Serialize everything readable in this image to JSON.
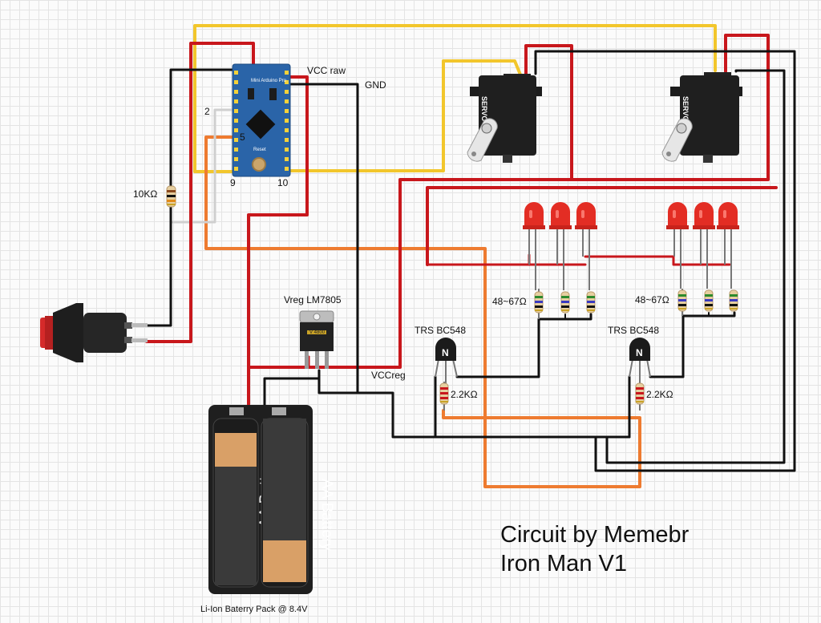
{
  "credit": {
    "line1": "Circuit by Memebr",
    "line2": "Iron Man V1"
  },
  "labels": {
    "vcc_raw": "VCC raw",
    "gnd": "GND",
    "vcc_reg": "VCCreg",
    "pin_2": "2",
    "pin_5": "5",
    "pin_9": "9",
    "pin_10": "10",
    "pulldown_resistor": "10KΩ",
    "vreg": "Vreg LM7805",
    "transistor_left": "TRS BC548",
    "transistor_right": "TRS BC548",
    "base_resistor_left": "2.2KΩ",
    "base_resistor_right": "2.2KΩ",
    "led_resistors_left": "48~67Ω",
    "led_resistors_right": "48~67Ω",
    "battery_pack": "Li-Ion Baterry Pack @ 8.4V",
    "battery_cell_1": "AA Battery",
    "battery_cell_2": "AA Battery",
    "servo_1": "SERVO",
    "servo_2": "SERVO",
    "board_name": "Mini Arduino Pro",
    "board_reset": "Reset",
    "regulator_marking": "V 4800",
    "transistor_marking": "N"
  },
  "colors": {
    "wire_red": "#c8171c",
    "wire_black": "#111111",
    "wire_yellow": "#f2c62c",
    "wire_orange": "#ee7b30",
    "wire_white": "#cfcfcf",
    "board_blue": "#2a64a8",
    "led_red": "#e32d24",
    "button_red": "#d52a2a"
  }
}
